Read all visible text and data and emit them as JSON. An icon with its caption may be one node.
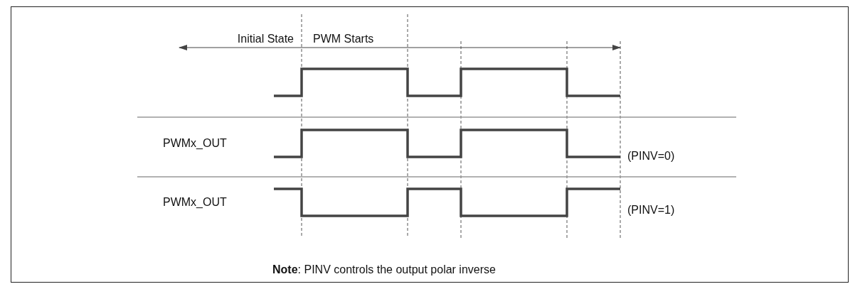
{
  "diagram": {
    "labels": [
      "Initial State",
      "PWM Starts",
      "PWMx_OUT",
      "(PINV=0)",
      "PWMx_OUT",
      "(PINV=1)",
      "**Note**: PINV controls the output polar inverse"
    ]
  }
}
